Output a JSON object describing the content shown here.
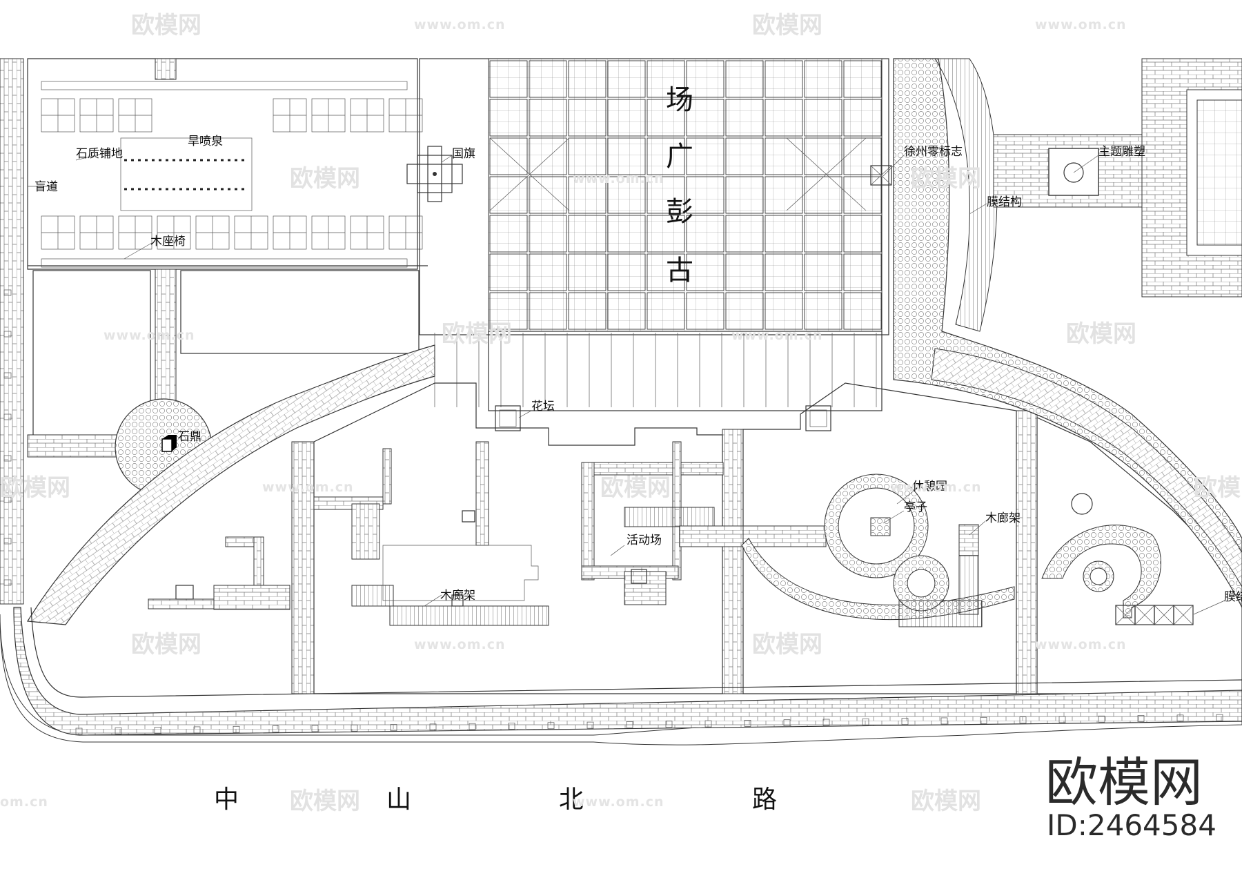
{
  "plan": {
    "plaza_title_chars": [
      "场",
      "广",
      "彭",
      "古"
    ],
    "road_chars": [
      "中",
      "山",
      "北",
      "路"
    ],
    "labels": {
      "stone_paving": "石质铺地",
      "dry_fountain": "旱喷泉",
      "blind_path": "盲道",
      "flag": "国旗",
      "wood_bench": "木座椅",
      "stone_ding": "石鼎",
      "flower_bed": "花坛",
      "activity_area": "活动场",
      "wood_pergola_1": "木廊架",
      "wood_pergola_2": "木廊架",
      "rest_garden": "休憩园",
      "pavilion": "亭子",
      "xuzhou_zero": "徐州零标志",
      "theme_sculpture": "主题雕塑",
      "membrane_1": "膜结构",
      "membrane_2": "膜结构"
    }
  },
  "watermark": {
    "brand": "欧模网",
    "url": "www.om.cn",
    "url_partial": "om.cn",
    "logo_text": "欧模网",
    "id_text": "ID:2464584"
  }
}
